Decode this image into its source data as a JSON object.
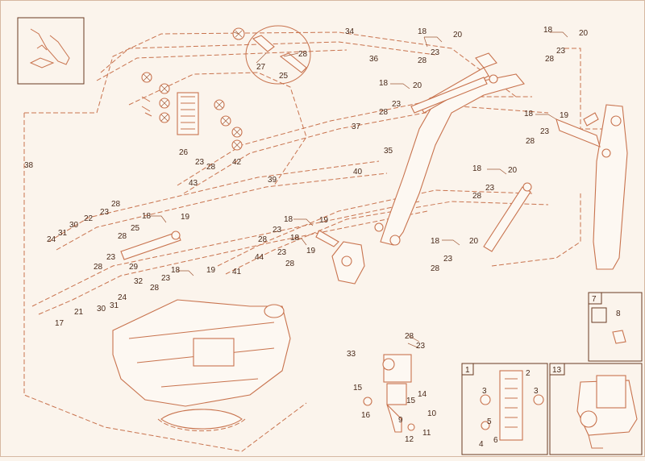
{
  "colors": {
    "background": "#fbf4ec",
    "line": "#c8734e",
    "label": "#4a2a1a"
  },
  "callouts": {
    "c34": "34",
    "c36": "36",
    "c38": "38",
    "c37": "37",
    "c35": "35",
    "c40": "40",
    "c39": "39",
    "c43": "43",
    "c41": "41",
    "c44": "44",
    "c17": "17",
    "c32": "32",
    "c33": "33",
    "c27": "27",
    "c28a": "28",
    "c25a": "25",
    "c26": "26",
    "c23a": "23",
    "c28b": "28",
    "c42": "42",
    "tl_18": "18",
    "tl_20": "20",
    "tl_23": "23",
    "tl_28": "28",
    "tr_18": "18",
    "tr_20": "20",
    "tr_23": "23",
    "tr_28": "28",
    "m_18": "18",
    "m_20": "20",
    "m_23": "23",
    "m_28": "28",
    "r_18": "18",
    "r_19": "19",
    "r_23": "23",
    "r_28": "28",
    "rm_18": "18",
    "rm_20": "20",
    "rm_23": "23",
    "rm_28": "28",
    "rl_18": "18",
    "rl_20": "20",
    "rl_23": "23",
    "rl_28": "28",
    "sw_18": "18",
    "sw_19": "19",
    "sw_23": "23",
    "sw_28": "28",
    "sw2_18": "18",
    "sw2_19": "19",
    "sw2_23": "23",
    "sw2_28": "28",
    "l_28": "28",
    "l_23": "23",
    "l_22": "22",
    "l_30": "30",
    "l_31": "31",
    "l_24": "24",
    "l_18": "18",
    "l_19": "19",
    "l_25": "25",
    "l_28b": "28",
    "l_23b": "23",
    "l_28c": "28",
    "l_29": "29",
    "b_18": "18",
    "b_19": "19",
    "b_23": "23",
    "b_28": "28",
    "b_24": "24",
    "b_31": "31",
    "b_30": "30",
    "b_21": "21",
    "v_28": "28",
    "v_23": "23",
    "v_15": "15",
    "v_14": "14",
    "v_16": "16",
    "v_15b": "15",
    "v_9": "9",
    "v_10": "10",
    "v_11": "11",
    "v_12": "12"
  },
  "insets": {
    "box1": {
      "number": "1",
      "labels": {
        "n2": "2",
        "n3a": "3",
        "n3b": "3",
        "n4": "4",
        "n5": "5",
        "n6": "6"
      }
    },
    "box13": {
      "number": "13"
    },
    "box7": {
      "number": "7",
      "labels": {
        "n8": "8"
      }
    }
  }
}
